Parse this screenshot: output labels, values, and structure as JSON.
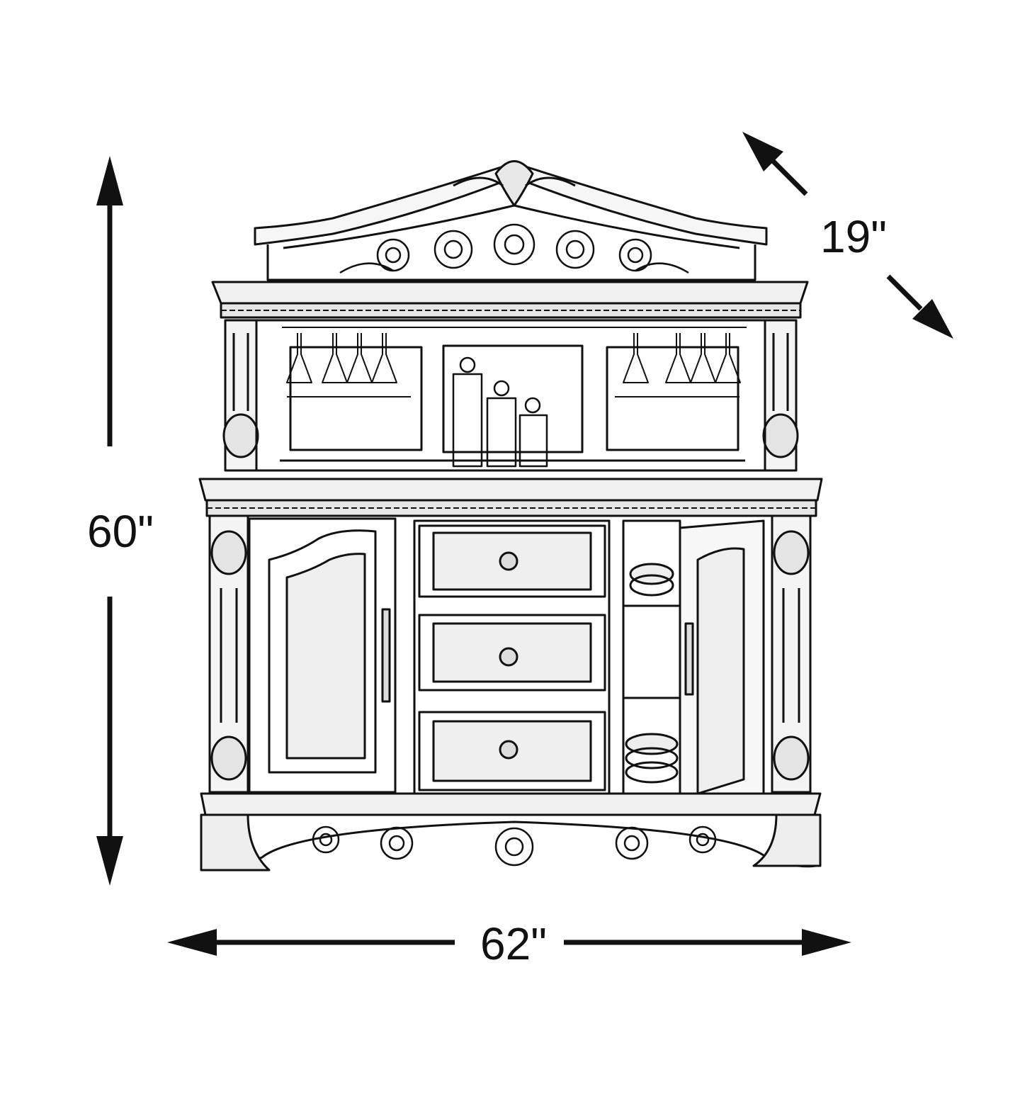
{
  "dimensions": {
    "height": {
      "value": 60,
      "label": "60\""
    },
    "depth": {
      "value": 19,
      "label": "19\""
    },
    "width": {
      "value": 62,
      "label": "62\""
    }
  },
  "colors": {
    "ink": "#111111",
    "paper": "#ffffff",
    "fill": "#f4f4f4"
  }
}
